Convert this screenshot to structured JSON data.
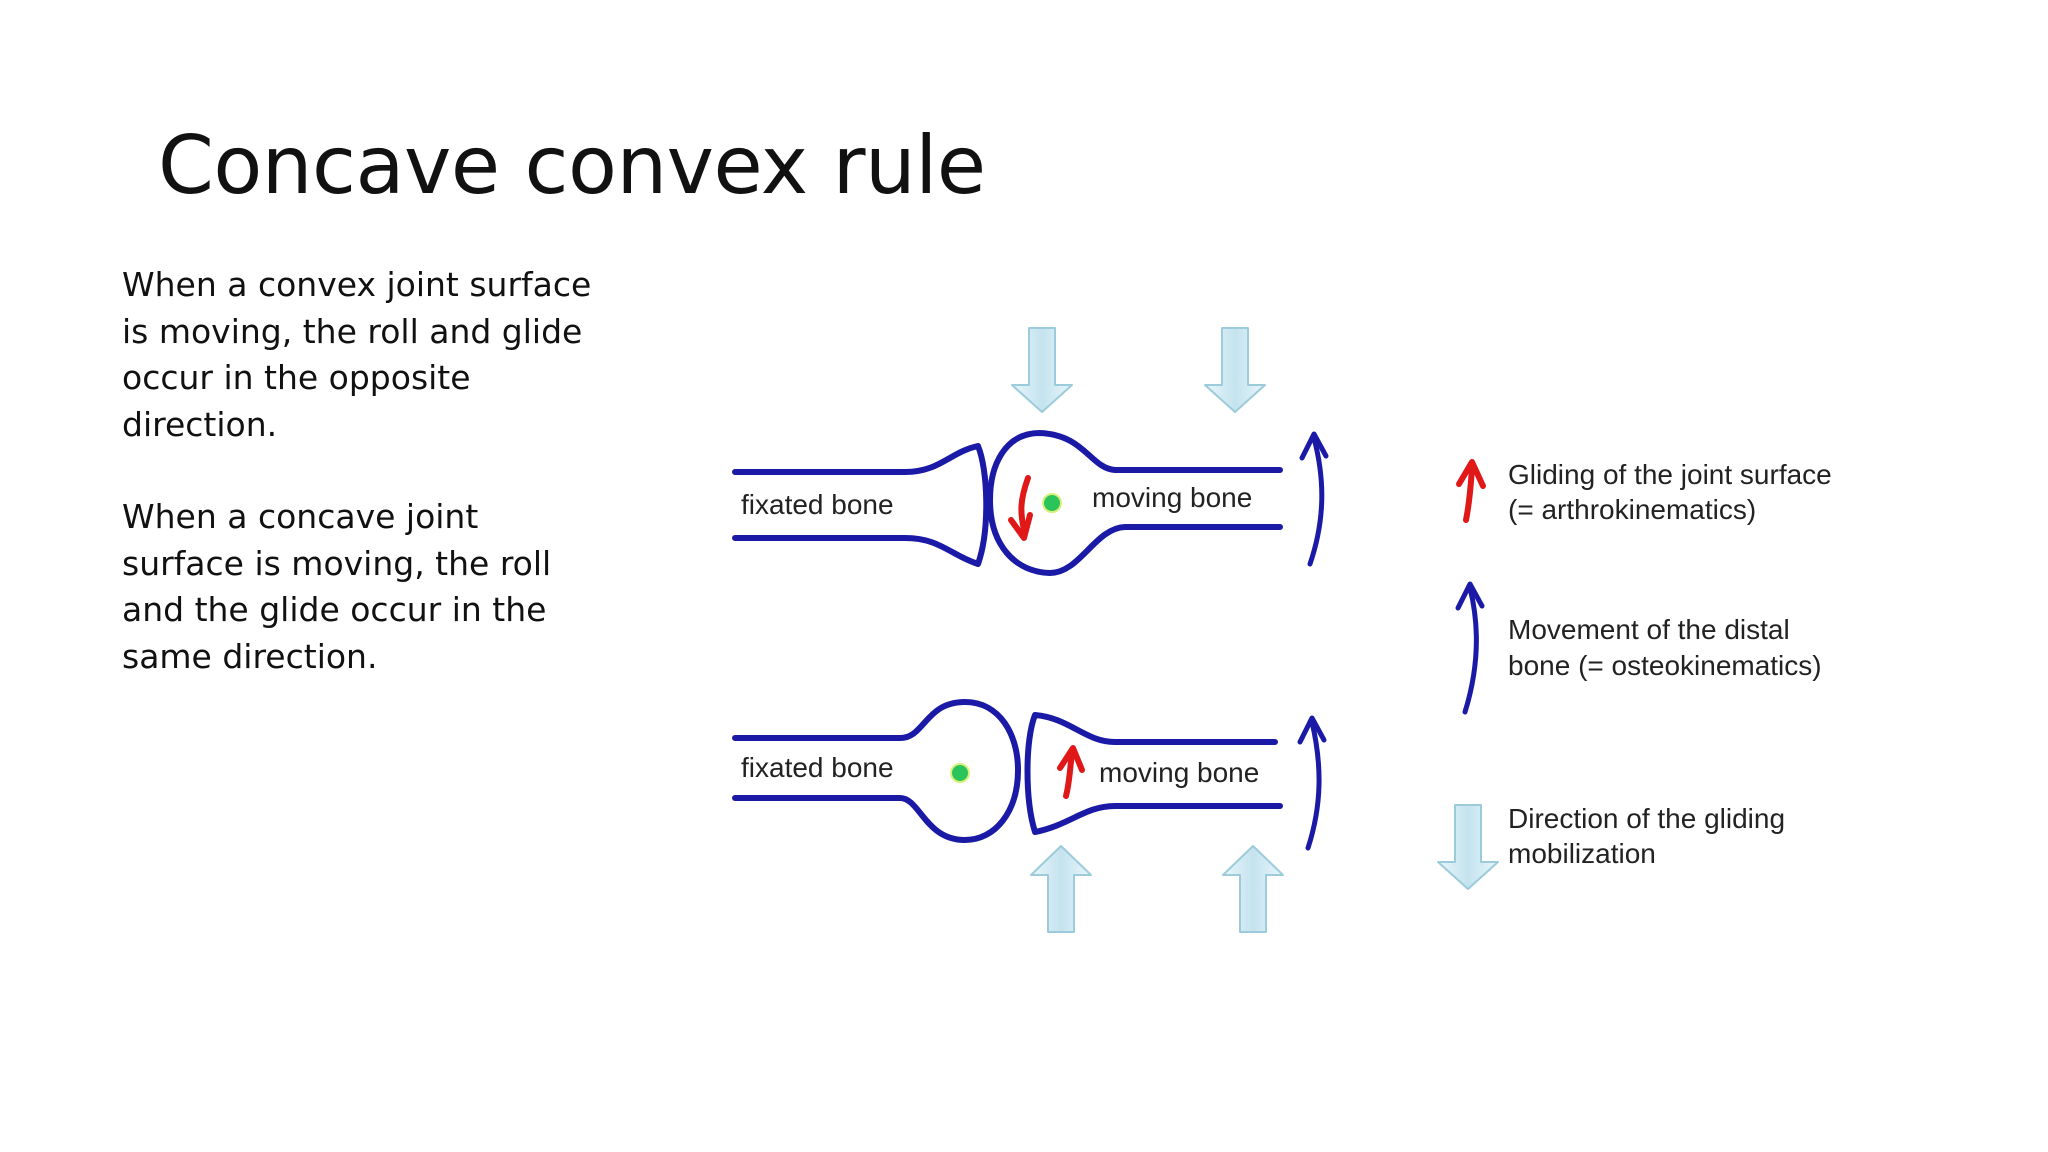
{
  "slide": {
    "title": "Concave convex rule",
    "paragraphs": [
      "When a convex joint surface is moving, the roll and glide occur in the opposite direction.",
      "When a concave joint surface is moving, the roll and the glide occur in the same direction."
    ]
  },
  "diagram": {
    "top": {
      "fixed_label": "fixated bone",
      "moving_label": "moving bone"
    },
    "bottom": {
      "fixed_label": "fixated bone",
      "moving_label": "moving bone"
    },
    "legend": {
      "glide_line1": "Gliding of the joint surface",
      "glide_line2": "(= arthrokinematics)",
      "movement_line1": "Movement of the distal",
      "movement_line2": "bone (= osteokinematics)",
      "mobilization_line1": "Direction of the gliding",
      "mobilization_line2": "mobilization"
    }
  },
  "colors": {
    "bone": "#1a1aa6",
    "glide_arrow": "#e01818",
    "axis_dot": "#2bc45a",
    "force_arrow_fill": "#cfe9f1",
    "force_arrow_stroke": "#9ccbdb"
  }
}
